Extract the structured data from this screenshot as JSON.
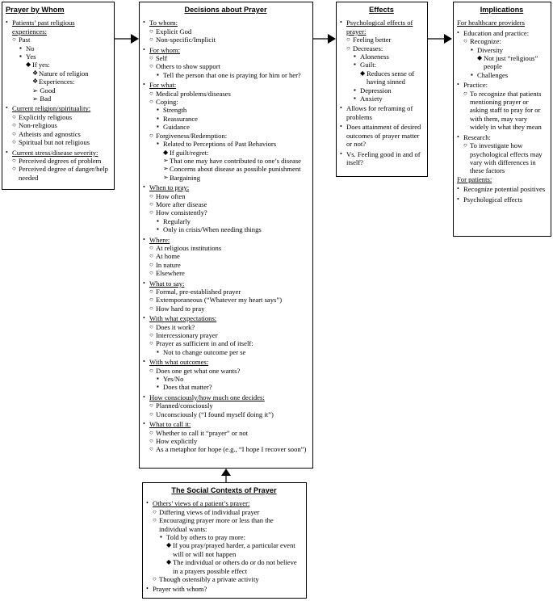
{
  "boxes": {
    "whom": {
      "title": "Prayer by Whom",
      "items": [
        {
          "lvl": 1,
          "b": "•",
          "text": "Patients’ past religious experiences:",
          "u": true
        },
        {
          "lvl": 2,
          "b": "○",
          "text": "Past"
        },
        {
          "lvl": 3,
          "b": "▪",
          "text": "No"
        },
        {
          "lvl": 3,
          "b": "▪",
          "text": "Yes"
        },
        {
          "lvl": 4,
          "b": "◆",
          "text": "If yes:"
        },
        {
          "lvl": 5,
          "b": "❖",
          "text": "Nature of religion"
        },
        {
          "lvl": 5,
          "b": "❖",
          "text": "Experiences:"
        },
        {
          "lvl": 5,
          "b": "",
          "text": "➢ Good"
        },
        {
          "lvl": 5,
          "b": "",
          "text": "➢ Bad"
        },
        {
          "lvl": 1,
          "b": "•",
          "text": "Current religion/spirituality:",
          "u": true
        },
        {
          "lvl": 2,
          "b": "○",
          "text": "Explicitly religious"
        },
        {
          "lvl": 2,
          "b": "○",
          "text": "Non-religious"
        },
        {
          "lvl": 2,
          "b": "○",
          "text": "Atheists and agnostics"
        },
        {
          "lvl": 2,
          "b": "○",
          "text": "Spiritual but not religious"
        },
        {
          "lvl": 1,
          "b": "•",
          "text": "Current stress/disease severity:",
          "u": true
        },
        {
          "lvl": 2,
          "b": "○",
          "text": "Perceived degrees of  problem"
        },
        {
          "lvl": 2,
          "b": "○",
          "text": "Perceived degree of danger/help needed"
        }
      ]
    },
    "decisions": {
      "title": "Decisions about Prayer",
      "items": [
        {
          "lvl": 1,
          "b": "•",
          "text": "To whom:",
          "u": true
        },
        {
          "lvl": 2,
          "b": "○",
          "text": "Explicit God"
        },
        {
          "lvl": 2,
          "b": "○",
          "text": "Non-specific/Implicit"
        },
        {
          "lvl": 1,
          "b": "•",
          "text": "For whom:",
          "u": true
        },
        {
          "lvl": 2,
          "b": "○",
          "text": "Self"
        },
        {
          "lvl": 2,
          "b": "○",
          "text": "Others to show support"
        },
        {
          "lvl": 3,
          "b": "▪",
          "text": "Tell the person that one is praying for him or her?"
        },
        {
          "lvl": 1,
          "b": "•",
          "text": "For what:",
          "u": true
        },
        {
          "lvl": 2,
          "b": "○",
          "text": "Medical problems/diseases"
        },
        {
          "lvl": 2,
          "b": "○",
          "text": "Coping:"
        },
        {
          "lvl": 3,
          "b": "▪",
          "text": "Strength"
        },
        {
          "lvl": 3,
          "b": "▪",
          "text": "Reassurance"
        },
        {
          "lvl": 3,
          "b": "▪",
          "text": "Guidance"
        },
        {
          "lvl": 2,
          "b": "○",
          "text": "Forgiveness/Redemption:"
        },
        {
          "lvl": 3,
          "b": "▪",
          "text": "Related to Perceptions of Past Behaviors"
        },
        {
          "lvl": 4,
          "b": "◆",
          "text": "If guilt/regret:"
        },
        {
          "lvl": 4,
          "b": "➢",
          "text": "That one may have contributed to one’s disease"
        },
        {
          "lvl": 4,
          "b": "➢",
          "text": "Concerns about disease as possible punishment"
        },
        {
          "lvl": 4,
          "b": "➢",
          "text": "Bargaining"
        },
        {
          "lvl": 1,
          "b": "•",
          "text": "When to pray:",
          "u": true
        },
        {
          "lvl": 2,
          "b": "○",
          "text": "How often"
        },
        {
          "lvl": 2,
          "b": "○",
          "text": "More after disease"
        },
        {
          "lvl": 2,
          "b": "○",
          "text": "How consistently?"
        },
        {
          "lvl": 3,
          "b": "▪",
          "text": "Regularly"
        },
        {
          "lvl": 3,
          "b": "▪",
          "text": "Only in crisis/When needing things"
        },
        {
          "lvl": 1,
          "b": "•",
          "text": "Where:",
          "u": true
        },
        {
          "lvl": 2,
          "b": "○",
          "text": "At religious institutions"
        },
        {
          "lvl": 2,
          "b": "○",
          "text": "At home"
        },
        {
          "lvl": 2,
          "b": "○",
          "text": "In nature"
        },
        {
          "lvl": 2,
          "b": "○",
          "text": "Elsewhere"
        },
        {
          "lvl": 1,
          "b": "•",
          "text": "What to say:",
          "u": true
        },
        {
          "lvl": 2,
          "b": "○",
          "text": "Formal, pre-established prayer"
        },
        {
          "lvl": 2,
          "b": "○",
          "text": "Extemporaneous (“Whatever my heart says”)"
        },
        {
          "lvl": 2,
          "b": "○",
          "text": "How hard to pray"
        },
        {
          "lvl": 1,
          "b": "•",
          "text": "With what expectations:",
          "u": true
        },
        {
          "lvl": 2,
          "b": "○",
          "text": "Does it work?"
        },
        {
          "lvl": 2,
          "b": "○",
          "text": "Intercessionary prayer"
        },
        {
          "lvl": 2,
          "b": "○",
          "text": "Prayer as sufficient in and of itself:"
        },
        {
          "lvl": 3,
          "b": "▪",
          "text": "Not to change outcome per se"
        },
        {
          "lvl": 1,
          "b": "•",
          "text": "With what outcomes:",
          "u": true
        },
        {
          "lvl": 2,
          "b": "○",
          "text": "Does one get what one wants?"
        },
        {
          "lvl": 3,
          "b": "▪",
          "text": "Yes/No"
        },
        {
          "lvl": 3,
          "b": "▪",
          "text": "Does that matter?"
        },
        {
          "lvl": 1,
          "b": "•",
          "text": "How consciously/how much one decides:",
          "u": true
        },
        {
          "lvl": 2,
          "b": "○",
          "text": "Planned/consciously"
        },
        {
          "lvl": 2,
          "b": "○",
          "text": "Unconsciously (“I found myself doing it”)"
        },
        {
          "lvl": 1,
          "b": "•",
          "text": "What to call it:",
          "u": true
        },
        {
          "lvl": 2,
          "b": "○",
          "text": "Whether to call it “prayer” or not"
        },
        {
          "lvl": 2,
          "b": "○",
          "text": "How explicitly"
        },
        {
          "lvl": 2,
          "b": "○",
          "text": "As a metaphor for hope (e.g., “I hope I recover soon”)"
        }
      ]
    },
    "effects": {
      "title": "Effects",
      "items": [
        {
          "lvl": 1,
          "b": "•",
          "text": "Psychological effects of prayer:",
          "u": true
        },
        {
          "lvl": 2,
          "b": "○",
          "text": "Feeling better"
        },
        {
          "lvl": 2,
          "b": "○",
          "text": "Decreases:"
        },
        {
          "lvl": 3,
          "b": "▪",
          "text": "Aloneness"
        },
        {
          "lvl": 3,
          "b": "▪",
          "text": "Guilt:"
        },
        {
          "lvl": 4,
          "b": "◆",
          "text": "Reduces sense of having sinned"
        },
        {
          "lvl": 3,
          "b": "▪",
          "text": "Depression"
        },
        {
          "lvl": 3,
          "b": "▪",
          "text": "Anxiety"
        },
        {
          "lvl": 1,
          "b": "•",
          "text": "Allows for reframing of problems"
        },
        {
          "lvl": 1,
          "b": "•",
          "text": "Does attainment of desired outcomes of prayer matter or not?"
        },
        {
          "lvl": 1,
          "b": "•",
          "text": "Vs. Feeling good in and of itself?"
        }
      ]
    },
    "implications": {
      "title": "Implications",
      "items": [
        {
          "lvl": 0,
          "b": "",
          "text": "For healthcare providers",
          "u": true
        },
        {
          "lvl": 1,
          "b": "•",
          "text": "Education and practice:"
        },
        {
          "lvl": 2,
          "b": "○",
          "text": "Recognize:"
        },
        {
          "lvl": 3,
          "b": "▪",
          "text": "Diversity"
        },
        {
          "lvl": 4,
          "b": "◆",
          "text": "Not just “religious” people"
        },
        {
          "lvl": 3,
          "b": "▪",
          "text": "Challenges"
        },
        {
          "lvl": 1,
          "b": "•",
          "text": "Practice:"
        },
        {
          "lvl": 2,
          "b": "○",
          "text": "To recognize that patients mentioning prayer or asking staff to pray for or with them, may vary widely in what they mean"
        },
        {
          "lvl": 1,
          "b": "•",
          "text": "Research:"
        },
        {
          "lvl": 2,
          "b": "○",
          "text": "To investigate how psychological effects may vary with differences in these factors"
        },
        {
          "lvl": 0,
          "b": "",
          "text": "For patients:",
          "u": true
        },
        {
          "lvl": 1,
          "b": "•",
          "text": "Recognize potential positives"
        },
        {
          "lvl": 1,
          "b": "•",
          "text": "Psychological effects"
        }
      ]
    },
    "social": {
      "title": "The Social Contexts of Prayer",
      "items": [
        {
          "lvl": 1,
          "b": "•",
          "text": "Others’ views of a patient’s prayer:",
          "u": true
        },
        {
          "lvl": 2,
          "b": "○",
          "text": "Differing views of individual prayer"
        },
        {
          "lvl": 2,
          "b": "○",
          "text": "Encouraging prayer more or less than the individual wants:"
        },
        {
          "lvl": 3,
          "b": "▪",
          "text": "Told by others to pray more:"
        },
        {
          "lvl": 4,
          "b": "◆",
          "text": "If you pray/prayed harder, a particular event will or will not happen"
        },
        {
          "lvl": 4,
          "b": "◆",
          "text": "The individual or others do or do not believe in a prayers possible effect"
        },
        {
          "lvl": 2,
          "b": "○",
          "text": "Though ostensibly a private activity"
        },
        {
          "lvl": 1,
          "b": "•",
          "text": "Prayer with whom?"
        }
      ]
    }
  }
}
